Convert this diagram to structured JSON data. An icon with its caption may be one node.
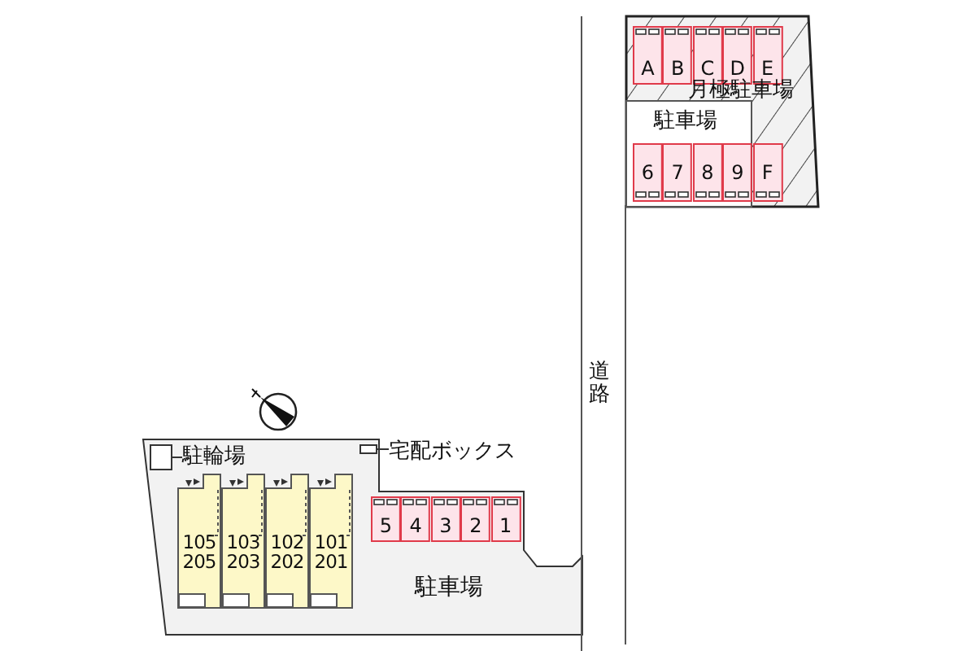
{
  "diagram": {
    "nodes": [
      {
        "text": [
          "駐車場"
        ]
      },
      {
        "text": [
          "105 205"
        ],
        "in": 0
      },
      {
        "text": [
          "103 203"
        ],
        "in": 0
      },
      {
        "text": [
          "102 202"
        ],
        "in": 0
      },
      {
        "text": [
          "101 201"
        ],
        "in": 0
      },
      {
        "text": [
          "5"
        ],
        "in": 0
      },
      {
        "text": [
          "4"
        ],
        "in": 0
      },
      {
        "text": [
          "3"
        ],
        "in": 0
      },
      {
        "text": [
          "2"
        ],
        "in": 0
      },
      {
        "text": [
          "1"
        ],
        "in": 0
      },
      {
        "text": [],
        "shape": "box",
        "in": 0
      },
      {
        "text": [
          "駐輪場"
        ],
        "in": 0
      },
      {
        "text": [],
        "shape": "box",
        "in": 0
      },
      {
        "text": [
          "宅配ボックス"
        ]
      },
      {
        "text": [
          "月極駐車場",
          "駐車場"
        ]
      },
      {
        "text": [
          "A"
        ],
        "in": 14
      },
      {
        "text": [
          "B"
        ],
        "in": 14
      },
      {
        "text": [
          "C"
        ],
        "in": 14
      },
      {
        "text": [
          "D"
        ],
        "in": 14
      },
      {
        "text": [
          "E"
        ],
        "in": 14
      },
      {
        "text": [
          "6"
        ],
        "in": 14
      },
      {
        "text": [
          "7"
        ],
        "in": 14
      },
      {
        "text": [
          "8"
        ],
        "in": 14
      },
      {
        "text": [
          "9"
        ],
        "in": 14
      },
      {
        "text": [
          "F"
        ],
        "in": 14
      },
      {
        "text": [
          "道路"
        ]
      }
    ],
    "edges": [
      {
        "from": 11,
        "to": 10,
        "arrow": "none"
      },
      {
        "from": 13,
        "to": 12,
        "arrow": "none"
      }
    ]
  }
}
